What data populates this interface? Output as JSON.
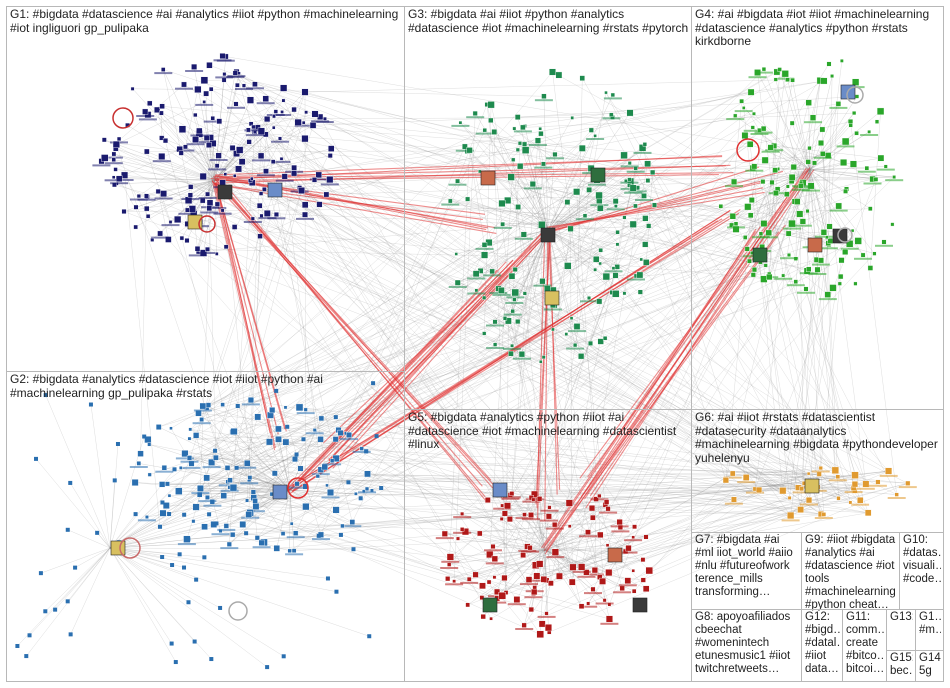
{
  "groups": [
    {
      "id": "G1",
      "text": "G1: #bigdata #datascience #ai #analytics #iiot #python #machinelearning\n#iot ingliguori gp_pulipaka"
    },
    {
      "id": "G3",
      "text": "G3: #bigdata #ai #iiot #python #analytics\n#datascience #iot #machinelearning #rstats #pytorch"
    },
    {
      "id": "G4",
      "text": "G4: #ai #bigdata #iot #iiot #machinelearning\n#datascience #analytics #python #rstats\nkirkdborne"
    },
    {
      "id": "G2",
      "text": "G2: #bigdata #analytics #datascience #iot #iiot #python #ai\n#machinelearning gp_pulipaka #rstats"
    },
    {
      "id": "G5",
      "text": "G5: #bigdata #analytics #python #iiot #ai\n#datascience #iot #machinelearning #datascientist\n#linux"
    },
    {
      "id": "G6",
      "text": "G6: #ai #iiot #rstats #datascientist\n#datasecurity #dataanalytics\n#machinelearning #bigdata #pythondeveloper\nyuhelenyu"
    },
    {
      "id": "G7",
      "text": "G7: #bigdata #ai\n#ml iiot_world #aiio\n#nlu #futureofwork\nterence_mills\ntransforming…"
    },
    {
      "id": "G9",
      "text": "G9: #iiot #bigdata\n#analytics #ai\n#datascience #iot tools\n#machinelearning\n#python cheat…"
    },
    {
      "id": "G10",
      "text": "G10:\n#datas…\nvisuali…\n#code…"
    },
    {
      "id": "G8",
      "text": "G8: apoyoafiliados\ncbeechat\n#womenintech\netunesmusic1 #iiot\ntwitchretweets…"
    },
    {
      "id": "G12",
      "text": "G12:\n#bigd…\n#datal…\n#iiot\ndata…"
    },
    {
      "id": "G11",
      "text": "G11:\ncomm…\ncreate\n#bitco…\nbitcoi…"
    },
    {
      "id": "G13",
      "text": "G13:"
    },
    {
      "id": "G1x",
      "text": "G1…\n#m…"
    },
    {
      "id": "G15",
      "text": "G15:\nbec…"
    },
    {
      "id": "G14",
      "text": "G14:\n5g"
    }
  ],
  "colors": {
    "background": "#ffffff",
    "box_border": "#b8b8b8",
    "edge_gray": "#8a8a8a",
    "edge_red": "#e03030",
    "G1_nodes": "#1a1a6e",
    "G2_nodes": "#2a6fb0",
    "G3_nodes": "#1e8a4e",
    "G4_nodes": "#2aa62a",
    "G5_nodes": "#b01818",
    "G6_nodes": "#e09a30",
    "label_text": "#222222"
  }
}
